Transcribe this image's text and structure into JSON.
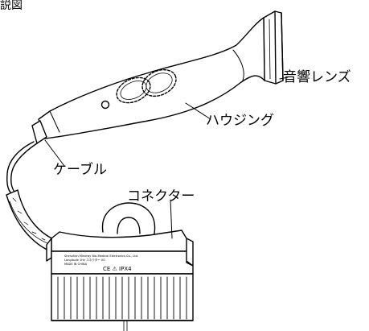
{
  "diagram": {
    "title": "説図",
    "labels": {
      "lens": "音響レンズ",
      "housing": "ハウジング",
      "cable": "ケーブル",
      "connector": "コネクター"
    },
    "connector_plate_text": {
      "line1": "Shenzhen Mindray Bio-Medical Electronics Co., Ltd.",
      "line2": "Longitude 1Hz   コネクター 00",
      "line3": "MADE IN CHINA",
      "marks": "CE  ⚠  IPX4"
    }
  }
}
